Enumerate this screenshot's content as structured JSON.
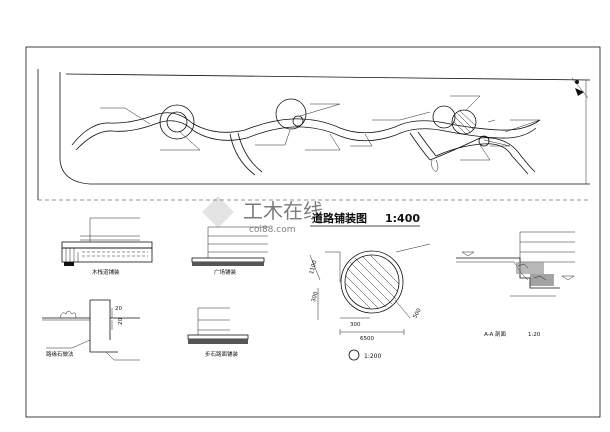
{
  "plan": {
    "title": "道路铺装图",
    "scale": "1:400"
  },
  "details": {
    "wood_trestle": {
      "label": "木栈道铺装"
    },
    "plaza": {
      "label": "广场铺装"
    },
    "curb": {
      "label": "路缘石做法",
      "dim_top": "20",
      "dim_side": "20"
    },
    "stepping": {
      "label": "步石路面铺装"
    },
    "circle": {
      "dim_r1": "1100",
      "dim_r2": "300",
      "dim_bottom": "300",
      "dim_diag": "500",
      "dim_total": "6500",
      "caption_scale": "1:200"
    },
    "section": {
      "label": "A-A 剖面",
      "scale": "1:20"
    }
  },
  "watermark": {
    "text": "工木在线",
    "subtext": "coi88.com"
  },
  "colors": {
    "line": "#111111",
    "bg": "#ffffff",
    "watermark": "#d9d9d9"
  }
}
